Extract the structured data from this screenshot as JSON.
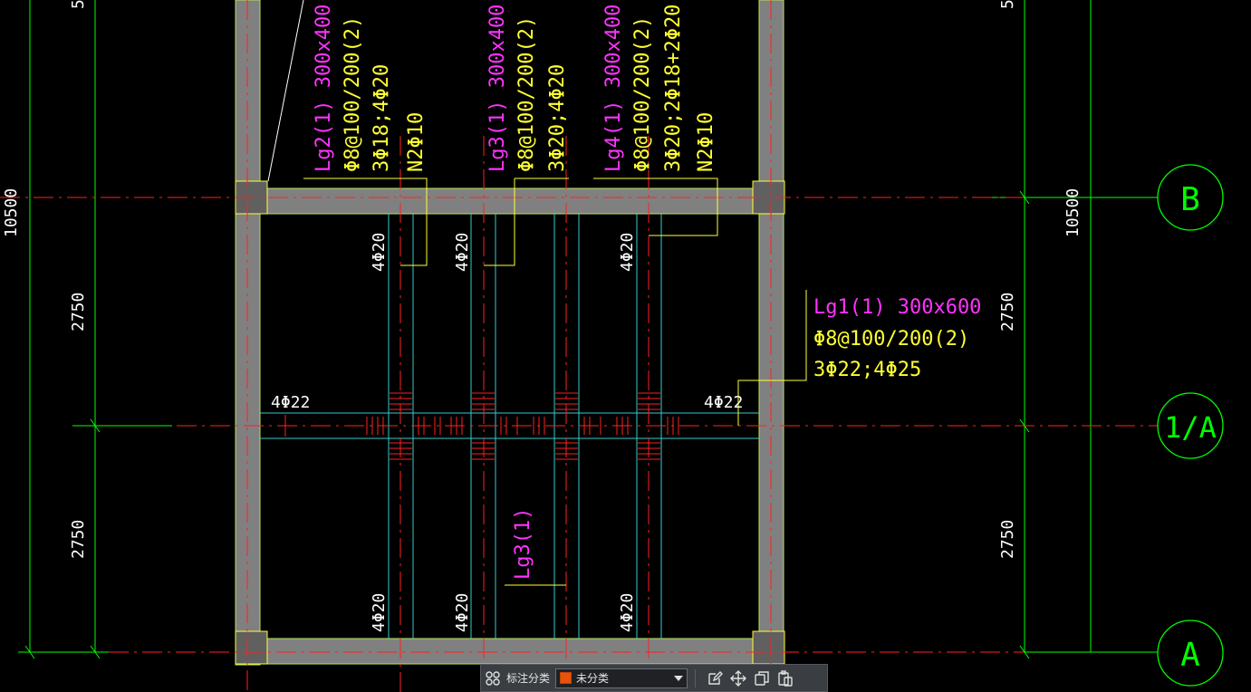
{
  "drawing": {
    "axes": [
      "B",
      "1/A",
      "A"
    ],
    "dims": {
      "left_top": "5",
      "left_total": "10500",
      "left_upper": "2750",
      "left_lower": "2750",
      "right_top": "5",
      "right_total": "10500",
      "right_upper": "2750",
      "right_lower": "2750"
    },
    "beams": {
      "lg2": [
        "Lg2(1) 300x400",
        "Φ8@100/200(2)",
        "3Φ18;4Φ20",
        "N2Φ10"
      ],
      "lg3": [
        "Lg3(1) 300x400",
        "Φ8@100/200(2)",
        "3Φ20;4Φ20"
      ],
      "lg4": [
        "Lg4(1) 300x400",
        "Φ8@100/200(2)",
        "3Φ20;2Φ18+2Φ20",
        "N2Φ10"
      ],
      "lg1": [
        "Lg1(1) 300x600",
        "Φ8@100/200(2)",
        "3Φ22;4Φ25"
      ],
      "lg3_lower": "Lg3(1)"
    },
    "rebar": {
      "top1": "4Φ20",
      "top2": "4Φ20",
      "top3": "4Φ20",
      "bot1": "4Φ20",
      "bot2": "4Φ20",
      "bot3": "4Φ20",
      "midL": "4Φ22",
      "midR": "4Φ22"
    },
    "colors": {
      "axis": "#ff2020",
      "grid": "#00ff00",
      "beam": "#808080",
      "magenta": "#ff33ff",
      "yellow": "#ffff33",
      "cyan": "#33cccc"
    }
  },
  "toolbar": {
    "category_label": "标注分类",
    "category_value": "未分类",
    "icons": [
      "grid-icon",
      "edit-icon",
      "move-icon",
      "copy-icon",
      "paste-icon"
    ]
  }
}
